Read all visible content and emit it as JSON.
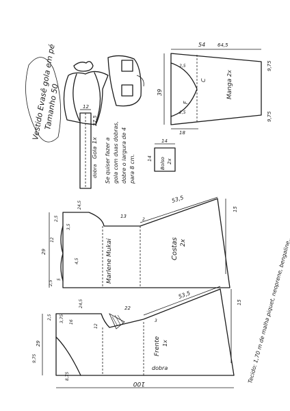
{
  "title": {
    "line1": "Vestido Evasê gola em pé",
    "line2": "Tamanho 50"
  },
  "collar": {
    "name": "Gola",
    "count": "1x",
    "fold": "dobra",
    "width": "12",
    "length": "27,5"
  },
  "collar_note": [
    "Se quiser fazer a",
    "gola com duas dobras,",
    "dobre o largura de 4",
    "para 8 cm."
  ],
  "pocket": {
    "name": "Bolso",
    "count": "2x",
    "width": "14",
    "height": "14"
  },
  "sleeve": {
    "name": "Manga",
    "count": "2x",
    "top": "54",
    "top2": "64,5",
    "height": "39",
    "side": "9,75",
    "side_bottom": "9,75",
    "cap1": "2,5",
    "cap2": "2,5",
    "f_mark": "F",
    "c_mark": "C",
    "bottom_dim": "18"
  },
  "back": {
    "name": "Costas",
    "count": "2x",
    "dims": [
      "2,5",
      "24,5",
      "3,5",
      "12",
      "4,5",
      "29",
      "13",
      "53,5",
      "15",
      "2",
      "5",
      "2,5"
    ]
  },
  "front": {
    "name": "Frente",
    "count": "1x",
    "dims": [
      "2,5",
      "24,5",
      "3,75",
      "12",
      "29",
      "22",
      "3",
      "9,75",
      "8,75",
      "16",
      "53,5",
      "15"
    ],
    "fold": "dobra"
  },
  "brand": "Marlene Mukai",
  "hem_width": "100",
  "fabric_note": "Tecido: 1,70 m de malha piquet, neoprene, bengaline..."
}
